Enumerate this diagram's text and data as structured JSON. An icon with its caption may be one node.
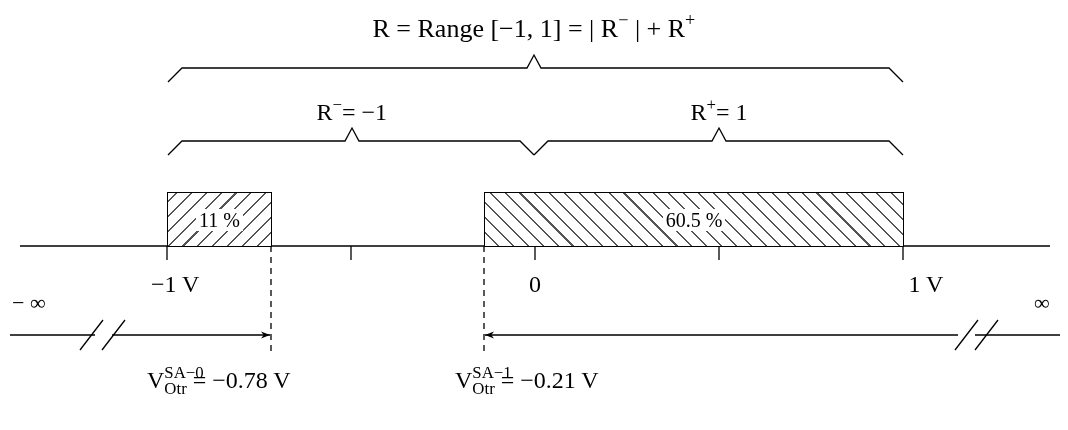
{
  "diagram": {
    "nodes": [
      {
        "text": [
          "11 %"
        ]
      },
      {
        "text": [
          "60.5 %"
        ]
      }
    ],
    "labels": [
      "R =  Range [−1, 1]  = | R$^{−}$ | + R$^{+}$",
      "R$^{−}$= −1",
      "R$^{+}$= 1",
      "−1  V",
      "0",
      "1  V",
      "− ∞",
      "∞",
      "V$^{SA−0}$$_{Otr}$ = −0.78 V",
      "V$^{SA−1}$$_{Otr}$ = −0.21 V"
    ]
  }
}
